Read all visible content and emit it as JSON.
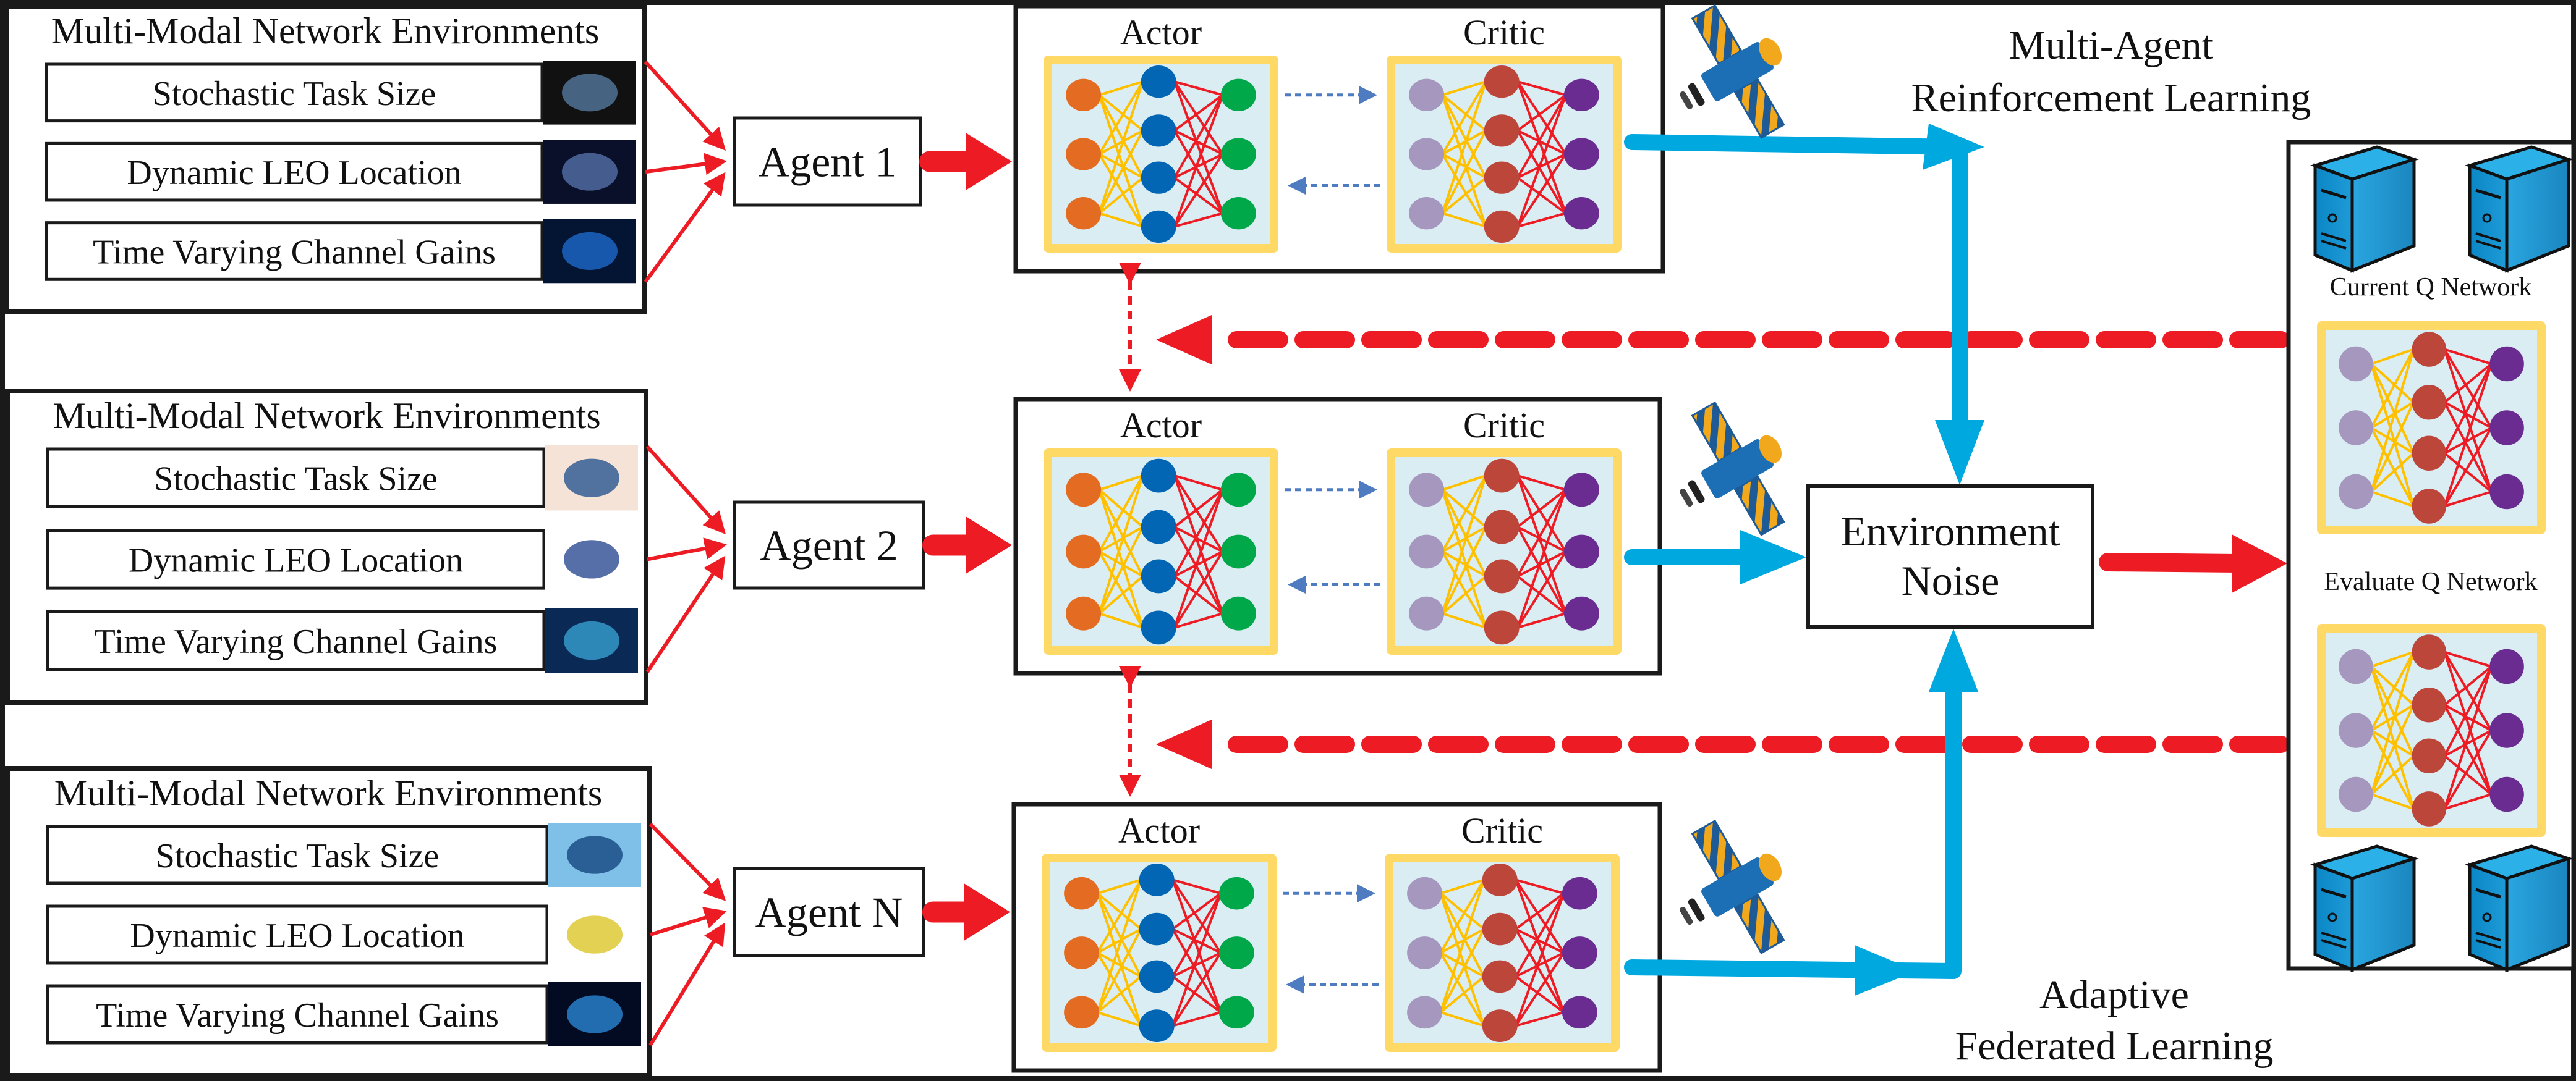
{
  "diagram": {
    "title_top": [
      "Multi-Agent",
      "Reinforcement Learning"
    ],
    "title_bottom": [
      "Adaptive",
      "Federated Learning"
    ],
    "colors": {
      "red_arrow": "#ED1C24",
      "blue_arrow": "#00A8E0",
      "dashed_blue": "#4F7BC0",
      "nn_frame": "#FFD966",
      "nn_bg": "#DAEDF3",
      "edge_yellow": "#FFC000",
      "edge_red": "#ED1C24",
      "actor_input": "#E46C22",
      "actor_hidden": "#0366B4",
      "actor_output": "#00A84A",
      "critic_input": "#A697BF",
      "critic_hidden": "#BD463A",
      "critic_output": "#6A2C91",
      "server": "#1E9BD7"
    },
    "agents": [
      {
        "env_title": "Multi-Modal Network Environments",
        "items": [
          {
            "label": "Stochastic Task Size",
            "thumbnail": "video-wall-image"
          },
          {
            "label": "Dynamic LEO Location",
            "thumbnail": "satellite-over-earth-image"
          },
          {
            "label": "Time Varying Channel Gains",
            "thumbnail": "voice-wave-image"
          }
        ],
        "agent_label": "Agent 1",
        "actor_label": "Actor",
        "critic_label": "Critic"
      },
      {
        "env_title": "Multi-Modal Network Environments",
        "items": [
          {
            "label": "Stochastic Task Size",
            "thumbnail": "smartphone-image"
          },
          {
            "label": "Dynamic LEO Location",
            "thumbnail": "satellite-image"
          },
          {
            "label": "Time Varying Channel Gains",
            "thumbnail": "network-nodes-image"
          }
        ],
        "agent_label": "Agent 2",
        "actor_label": "Actor",
        "critic_label": "Critic"
      },
      {
        "env_title": "Multi-Modal Network Environments",
        "items": [
          {
            "label": "Stochastic Task Size",
            "thumbnail": "ocean-iot-image"
          },
          {
            "label": "Dynamic LEO Location",
            "thumbnail": "yellow-satellite-image"
          },
          {
            "label": "Time Varying Channel Gains",
            "thumbnail": "fiber-optics-image"
          }
        ],
        "agent_label": "Agent N",
        "actor_label": "Actor",
        "critic_label": "Critic"
      }
    ],
    "environment_noise": [
      "Environment",
      "Noise"
    ],
    "server": {
      "current_q_label": "Current Q Network",
      "evaluate_q_label": "Evaluate Q Network"
    }
  }
}
